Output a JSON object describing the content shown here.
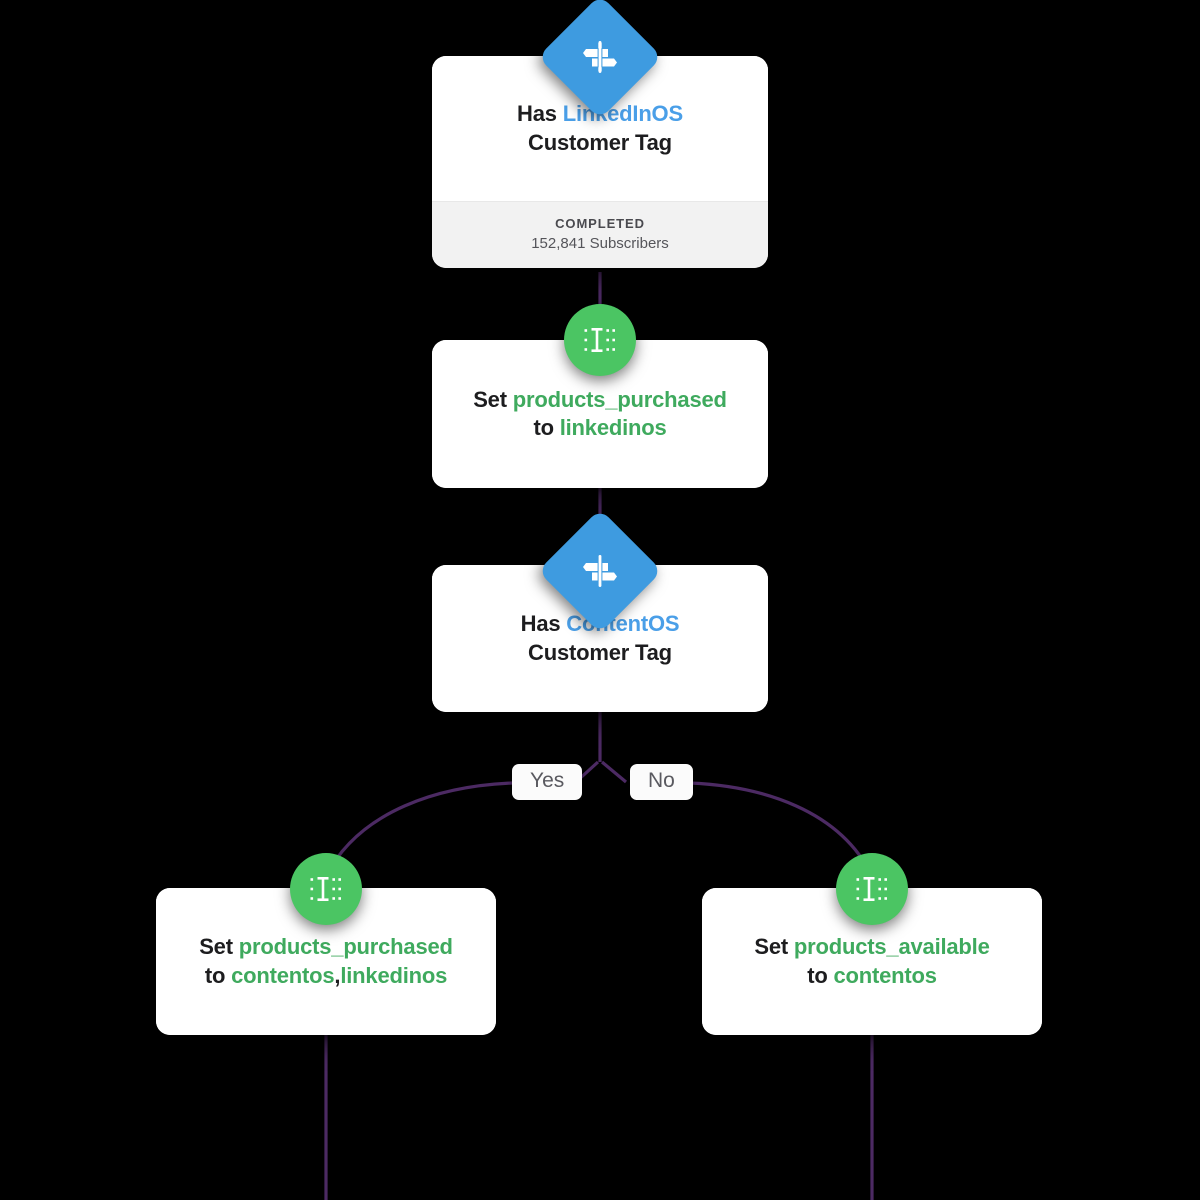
{
  "theme": {
    "background": "#000000",
    "card_background": "#ffffff",
    "footer_background": "#f2f2f2",
    "accent_blue": "#3e9be0",
    "accent_blue_text": "#4a9fe8",
    "accent_green": "#4bc563",
    "accent_green_text": "#3faa5e",
    "connector": "#4c2a63",
    "text_dark": "#1d1d1f",
    "text_muted": "#55555a"
  },
  "nodes": {
    "has_linkedinos_tag": {
      "icon": "signpost-icon",
      "title_prefix": "Has ",
      "title_accent": "LinkedInOS",
      "title_suffix": "Customer Tag",
      "status_label": "COMPLETED",
      "status_sub": "152,841 Subscribers"
    },
    "set_products_purchased_linkedinos": {
      "icon": "set-property-icon",
      "line1_prefix": "Set ",
      "line1_accent": "products_purchased",
      "line2_prefix": "to ",
      "line2_accent": "linkedinos"
    },
    "has_contentos_tag": {
      "icon": "signpost-icon",
      "title_prefix": "Has ",
      "title_accent": "ContentOS",
      "title_suffix": "Customer Tag"
    },
    "set_products_purchased_contentos": {
      "icon": "set-property-icon",
      "line1_prefix": "Set ",
      "line1_accent": "products_purchased",
      "line2_prefix": "to ",
      "line2_accent_a": "contentos",
      "line2_separator": ",",
      "line2_accent_b": "linkedinos"
    },
    "set_products_available_contentos": {
      "icon": "set-property-icon",
      "line1_prefix": "Set ",
      "line1_accent": "products_available",
      "line2_prefix": "to ",
      "line2_accent": "contentos"
    }
  },
  "branches": {
    "yes_label": "Yes",
    "no_label": "No"
  }
}
